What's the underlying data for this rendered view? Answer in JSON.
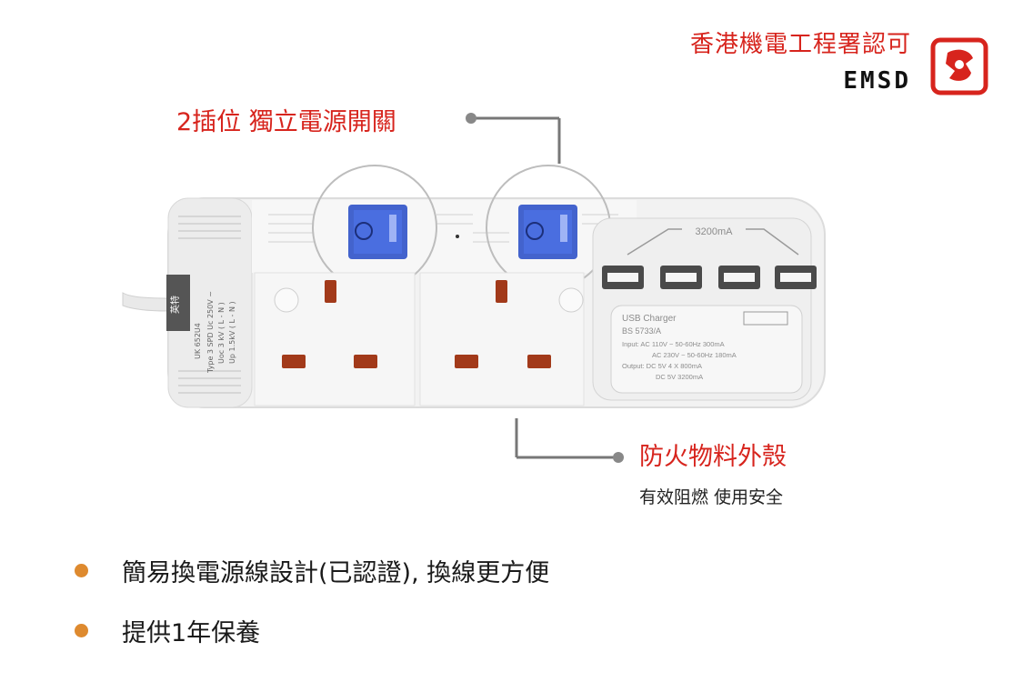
{
  "certification": {
    "title": "香港機電工程署認可",
    "code": "EMSD",
    "logo_icon": "emsd-logo-icon",
    "accent_color": "#d7241d"
  },
  "callouts": {
    "switches": "2插位 獨立電源開關",
    "housing_title": "防火物料外殼",
    "housing_subtitle": "有效阻燃 使用安全"
  },
  "product": {
    "usb_rating": "3200mA",
    "usb_spec": {
      "line1": "USB Charger",
      "line2": "BS 5733/A",
      "line3": "Input: AC 110V ~  50-60Hz  300mA",
      "line4": "AC 230V ~  50-60Hz  180mA",
      "line5": "Output: DC 5V 4 X 800mA",
      "line6": "DC 5V 3200mA"
    },
    "brand_label": {
      "brand_cn": "英特",
      "model": "UK 652U4",
      "type_line": "Type 3  SPD  Uc 250V ~",
      "uoc_line": "Uoc 3 kV ( L - N )",
      "up_line": "Up 1.5kV ( L - N )"
    }
  },
  "bullets": [
    "簡易換電源線設計(已認證), 換線更方便",
    "提供1年保養"
  ],
  "colors": {
    "bullet_dot": "#de8a2f",
    "switch_blue": "#2f52c8"
  }
}
